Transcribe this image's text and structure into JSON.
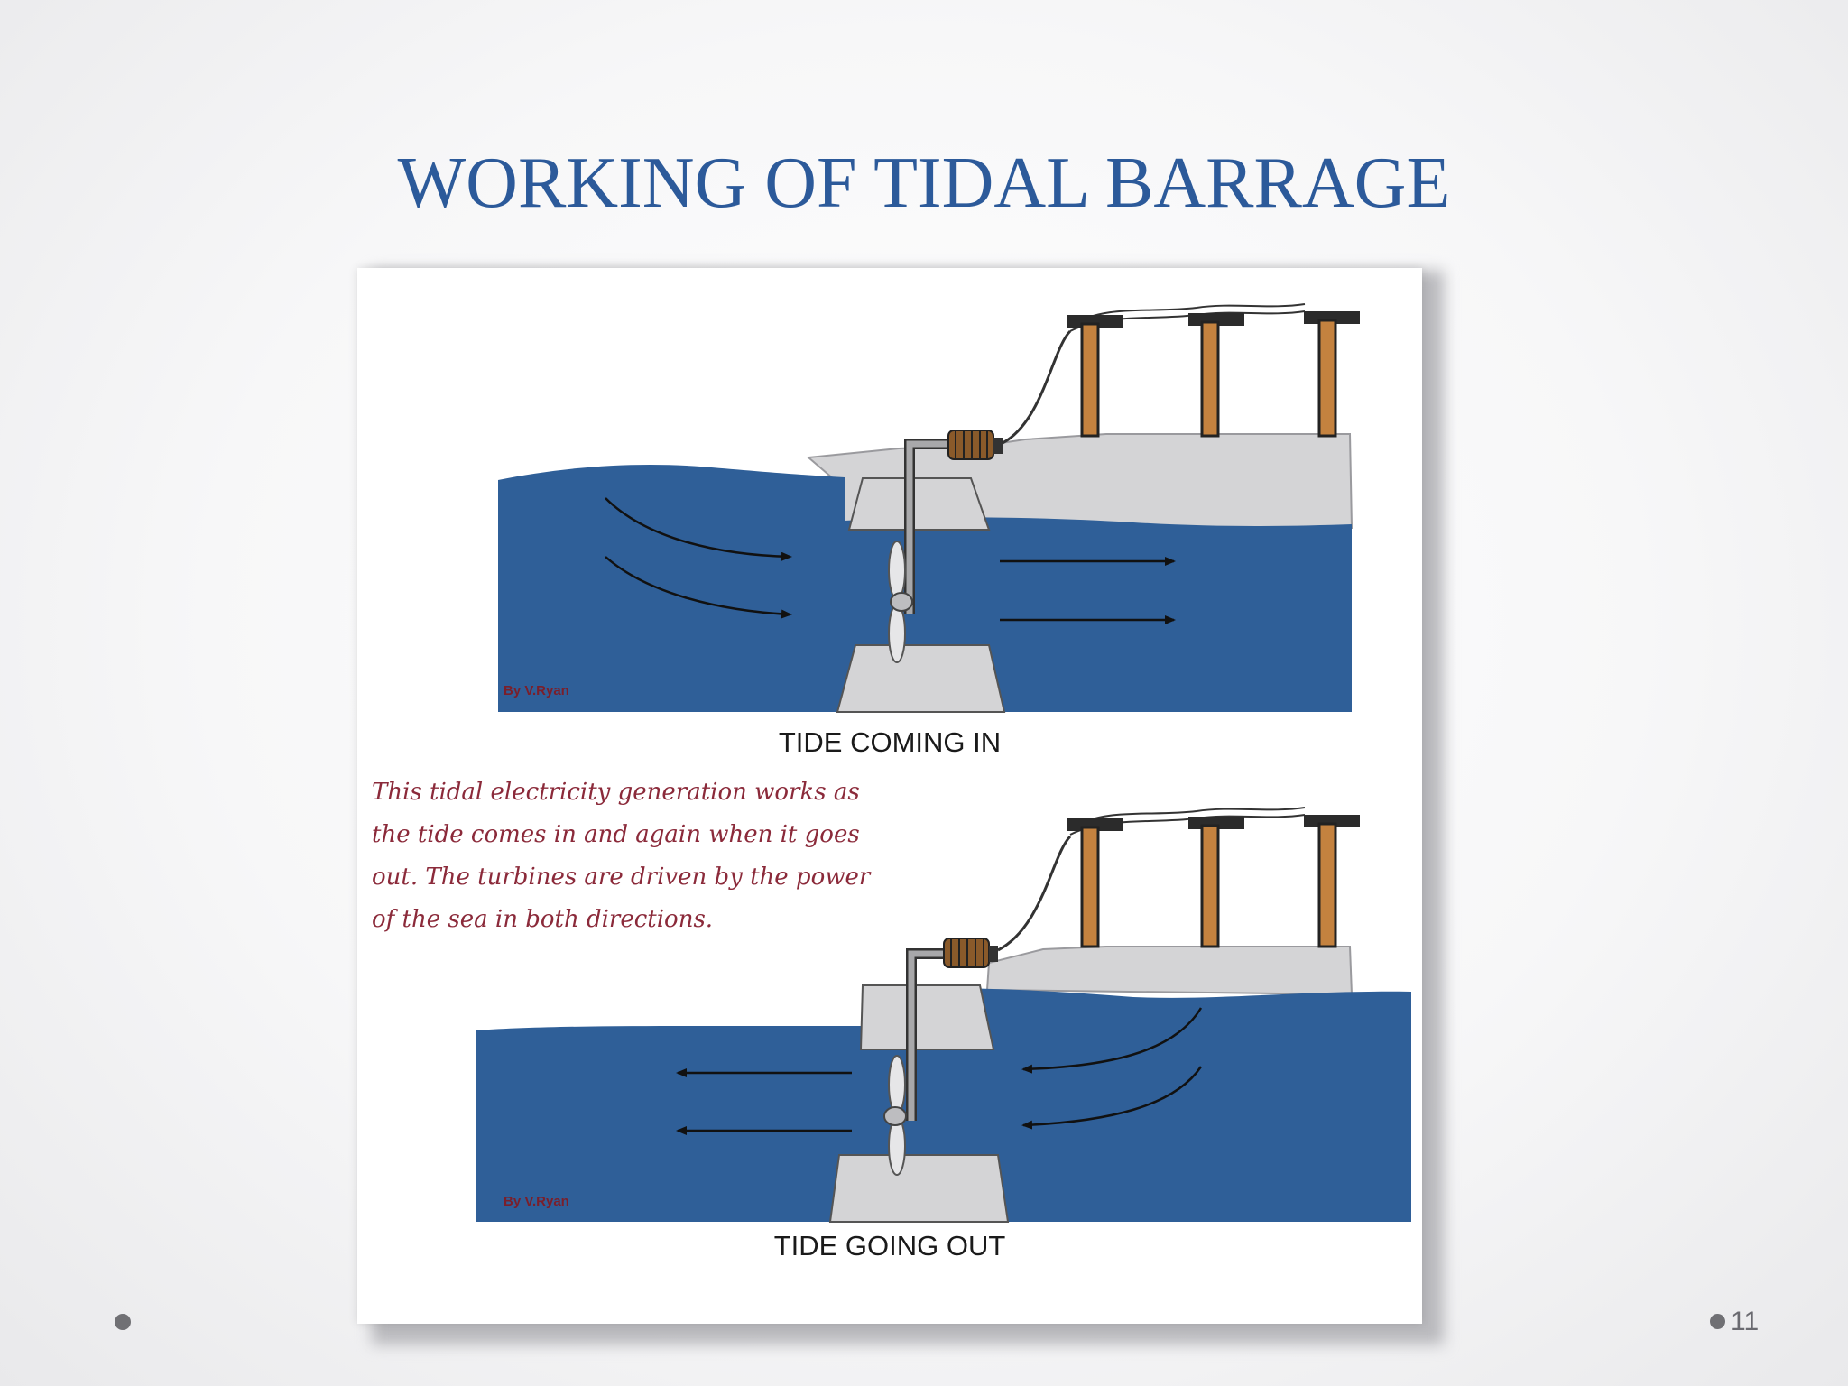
{
  "slide": {
    "title": "WORKING OF TIDAL BARRAGE",
    "number": "11"
  },
  "diagram": {
    "top_panel": {
      "caption": "TIDE COMING IN",
      "credit": "By V.Ryan",
      "flow_direction": "left-to-right"
    },
    "bottom_panel": {
      "caption": "TIDE GOING OUT",
      "credit": "By V.Ryan",
      "flow_direction": "right-to-left"
    },
    "note": "This tidal electricity generation works as\nthe tide comes in and again when it goes\nout. The turbines are driven by the power\nof the sea in both directions."
  },
  "colors": {
    "title": "#2c5a9a",
    "water": "#2f5f98",
    "concrete": "#d4d4d6",
    "note_text": "#8b2a3a"
  }
}
